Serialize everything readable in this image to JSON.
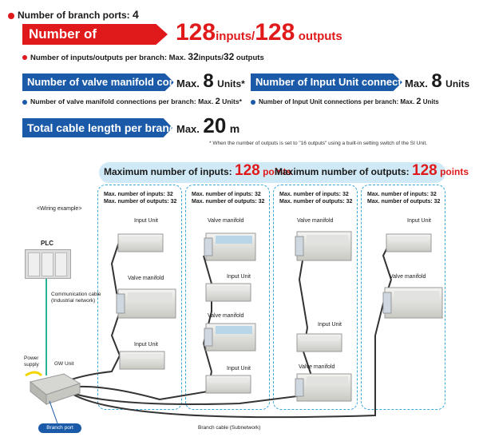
{
  "header": {
    "branch_ports_label": "Number of branch ports:",
    "branch_ports_value": "4",
    "io_bar": "Number of inputs/outputs",
    "io_in_num": "128",
    "io_in_unit": "inputs/",
    "io_out_num": "128",
    "io_out_unit": "outputs",
    "io_sub_prefix": "Number of inputs/outputs per branch: Max.",
    "io_sub_in": "32",
    "io_sub_in_unit": "inputs/",
    "io_sub_out": "32",
    "io_sub_out_unit": "outputs",
    "valve_bar": "Number of valve manifold connections",
    "valve_max": "Max.",
    "valve_num": "8",
    "valve_unit": "Units*",
    "valve_sub_prefix": "Number of valve manifold connections per branch: Max.",
    "valve_sub_num": "2",
    "valve_sub_unit": "Units*",
    "input_bar": "Number of Input Unit connections",
    "input_max": "Max.",
    "input_num": "8",
    "input_unit": "Units",
    "input_sub_prefix": "Number of Input Unit connections per branch: Max.",
    "input_sub_num": "2",
    "input_sub_unit": "Units",
    "cable_bar": "Total cable length per branch",
    "cable_max": "Max.",
    "cable_num": "20",
    "cable_unit": "m",
    "footnote": "* When the number of outputs is set to \"16 outputs\" using a built-in setting switch of the SI Unit."
  },
  "band": {
    "inputs_label": "Maximum number of inputs:",
    "inputs_num": "128",
    "inputs_unit": "points",
    "outputs_label": "Maximum number of outputs:",
    "outputs_num": "128",
    "outputs_unit": "points"
  },
  "panels": [
    {
      "inputs": "Max. number of inputs: 32",
      "outputs": "Max. number of outputs: 32",
      "devices": [
        "Input Unit",
        "Valve manifold",
        "Input Unit"
      ]
    },
    {
      "inputs": "Max. number of inputs: 32",
      "outputs": "Max. number of outputs: 32",
      "devices": [
        "Valve manifold",
        "Input Unit",
        "Valve manifold",
        "Input Unit"
      ]
    },
    {
      "inputs": "Max. number of inputs: 32",
      "outputs": "Max. number of outputs: 32",
      "devices": [
        "Valve manifold",
        "Input Unit",
        "Valve manifold"
      ]
    },
    {
      "inputs": "Max. number of inputs: 32",
      "outputs": "Max. number of outputs: 32",
      "devices": [
        "Input Unit",
        "Valve manifold"
      ]
    }
  ],
  "left": {
    "wiring_example": "<Wiring example>",
    "plc": "PLC",
    "comm_cable_1": "Communication cable",
    "comm_cable_2": "(Industrial network)",
    "power_1": "Power",
    "power_2": "supply",
    "gw_unit": "GW Unit",
    "branch_port": "Branch port",
    "branch_cable": "Branch cable (Subnetwork)"
  }
}
